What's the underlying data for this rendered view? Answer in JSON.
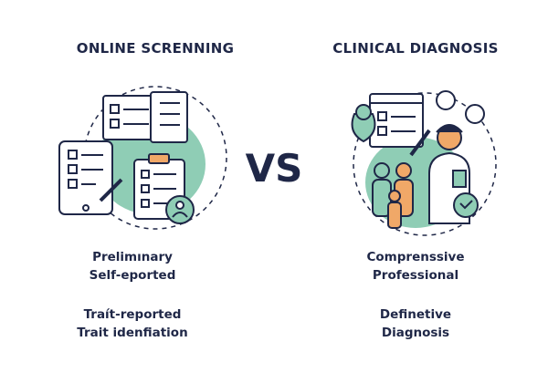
{
  "left": {
    "title": "ONLINE SCRENNING",
    "lines": [
      "Prelimınary",
      "Self-eported",
      "Traít-reported",
      "Trait idenfiation"
    ]
  },
  "vs_label": "VS",
  "right": {
    "title": "CLINICAL DIAGNOSIS",
    "lines": [
      "Comprenssive",
      "Professional",
      "Definetive",
      "Diagnosis"
    ]
  },
  "colors": {
    "navy": "#1f2747",
    "teal": "#7ec4ac",
    "orange": "#f0a868"
  }
}
